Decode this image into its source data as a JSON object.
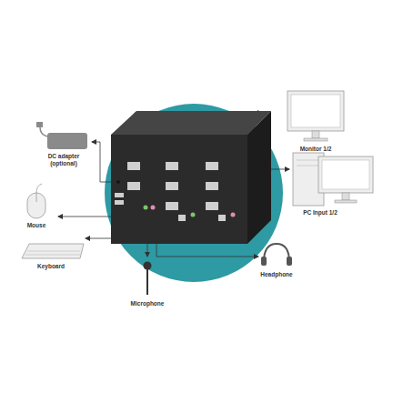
{
  "diagram": {
    "nodes": [
      {
        "text": [
          "DC adapter (optional)"
        ]
      },
      {
        "text": [
          "Mouse"
        ]
      },
      {
        "text": [
          "Keyboard"
        ]
      },
      {
        "text": [
          "Microphone"
        ]
      },
      {
        "text": [
          "Headphone"
        ]
      },
      {
        "text": [
          "Monitor 1/2"
        ]
      },
      {
        "text": [
          "PC Input 1/2"
        ]
      }
    ]
  }
}
